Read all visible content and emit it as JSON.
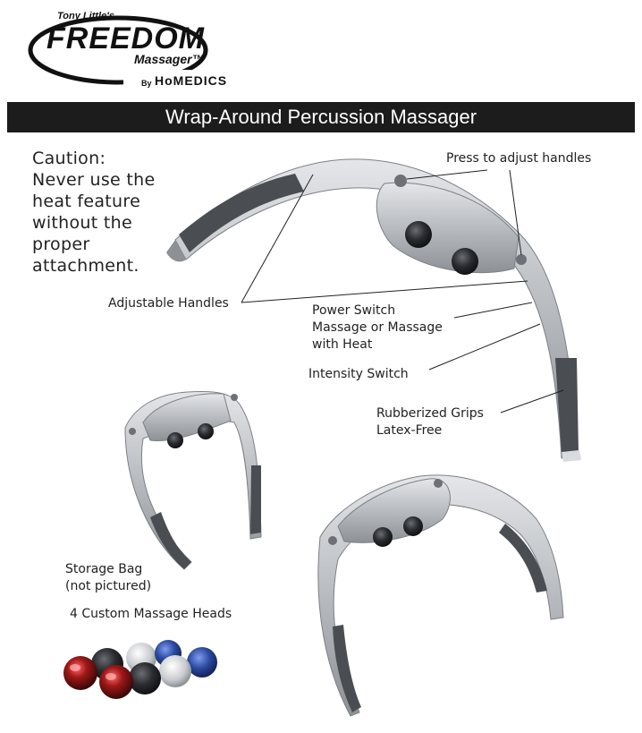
{
  "logo": {
    "presenter": "Tony Little's",
    "brand": "FREEDOM",
    "sub": "Massager™",
    "by": "By",
    "maker": "HoMEDICS"
  },
  "banner": {
    "title": "Wrap-Around Percussion Massager"
  },
  "caution": {
    "heading": "Caution:",
    "lines": [
      "Never use the",
      "heat feature",
      "without the",
      "proper",
      "attachment."
    ]
  },
  "labels": {
    "press_adjust": "Press to adjust handles",
    "adjustable_handles": "Adjustable Handles",
    "power_switch": [
      "Power Switch",
      "Massage or Massage",
      "with Heat"
    ],
    "intensity": "Intensity Switch",
    "grips": [
      "Rubberized Grips",
      "Latex-Free"
    ],
    "storage": [
      "Storage Bag",
      "(not pictured)"
    ],
    "heads": "4 Custom Massage Heads"
  },
  "colors": {
    "banner_bg": "#1c1c1c",
    "body_silver": "#b9bcc0",
    "grip": "#4a4d52",
    "head_red": "#a01818",
    "head_blue": "#2c4aa0"
  }
}
